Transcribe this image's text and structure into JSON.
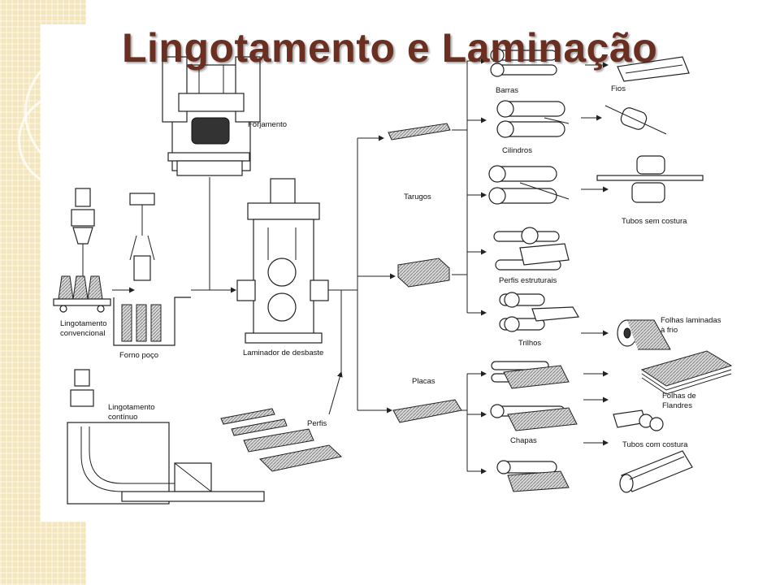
{
  "slide": {
    "title": "Lingotamento e Laminação"
  },
  "diagram": {
    "labels": {
      "forjamento": "Forjamento",
      "lingotamento_convencional_1": "Lingotamento",
      "lingotamento_convencional_2": "convencional",
      "forno_poco": "Forno poço",
      "laminador_desbaste": "Laminador de desbaste",
      "lingotamento_continuo_1": "Lingotamento",
      "lingotamento_continuo_2": "contínuo",
      "perfis": "Perfis",
      "tarugos": "Tarugos",
      "placas": "Placas",
      "barras": "Barras",
      "fios": "Fios",
      "cilindros": "Cilindros",
      "tubos_sem_costura": "Tubos sem costura",
      "perfis_estruturais": "Perfis estruturais",
      "trilhos": "Trilhos",
      "folhas_laminadas_1": "Folhas laminadas",
      "folhas_laminadas_2": "à frio",
      "folhas_flandres_1": "Folhas de",
      "folhas_flandres_2": "Flandres",
      "chapas": "Chapas",
      "tubos_com_costura": "Tubos com costura"
    }
  }
}
